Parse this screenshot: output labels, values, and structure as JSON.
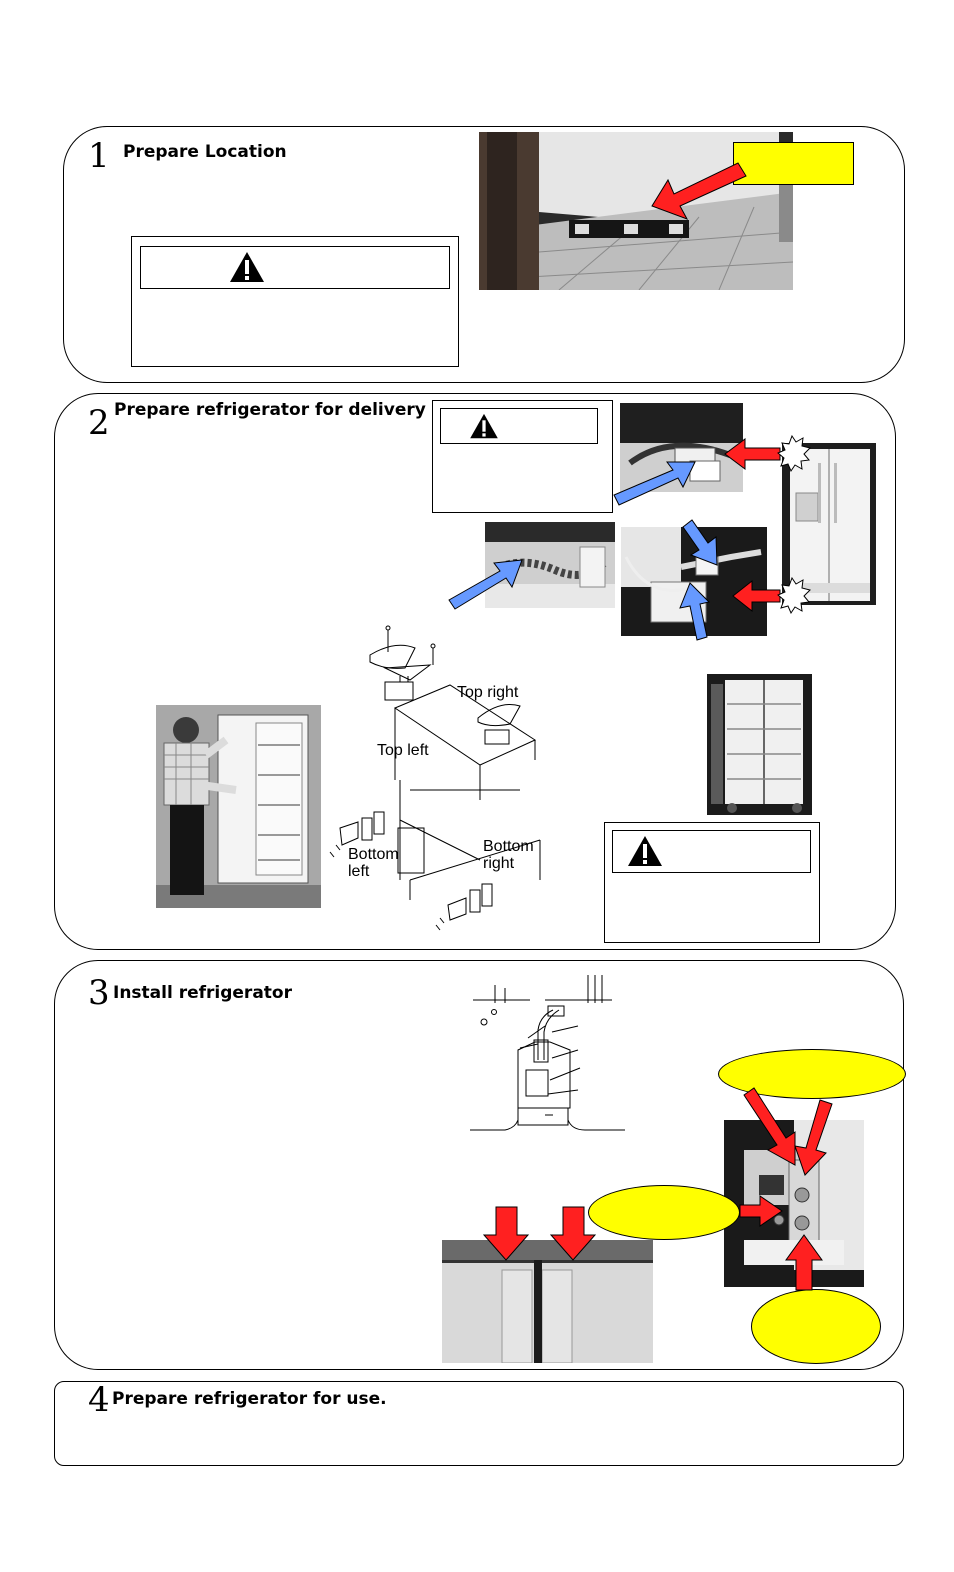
{
  "steps": [
    {
      "number": "1",
      "title": "Prepare Location"
    },
    {
      "number": "2",
      "title": "Prepare refrigerator for delivery"
    },
    {
      "number": "3",
      "title": "Install refrigerator"
    },
    {
      "number": "4",
      "title": "Prepare refrigerator for use."
    }
  ],
  "diagram_labels": {
    "top_right": "Top right",
    "top_left": "Top left",
    "bottom_left": "Bottom left",
    "bottom_right": "Bottom right"
  },
  "icons": [
    "warning-triangle-icon",
    "red-arrow-icon",
    "blue-arrow-icon",
    "burst-icon"
  ],
  "colors": {
    "callout": "#ffff00",
    "arrow_red": "#ff0000",
    "arrow_blue": "#5a8cff"
  }
}
